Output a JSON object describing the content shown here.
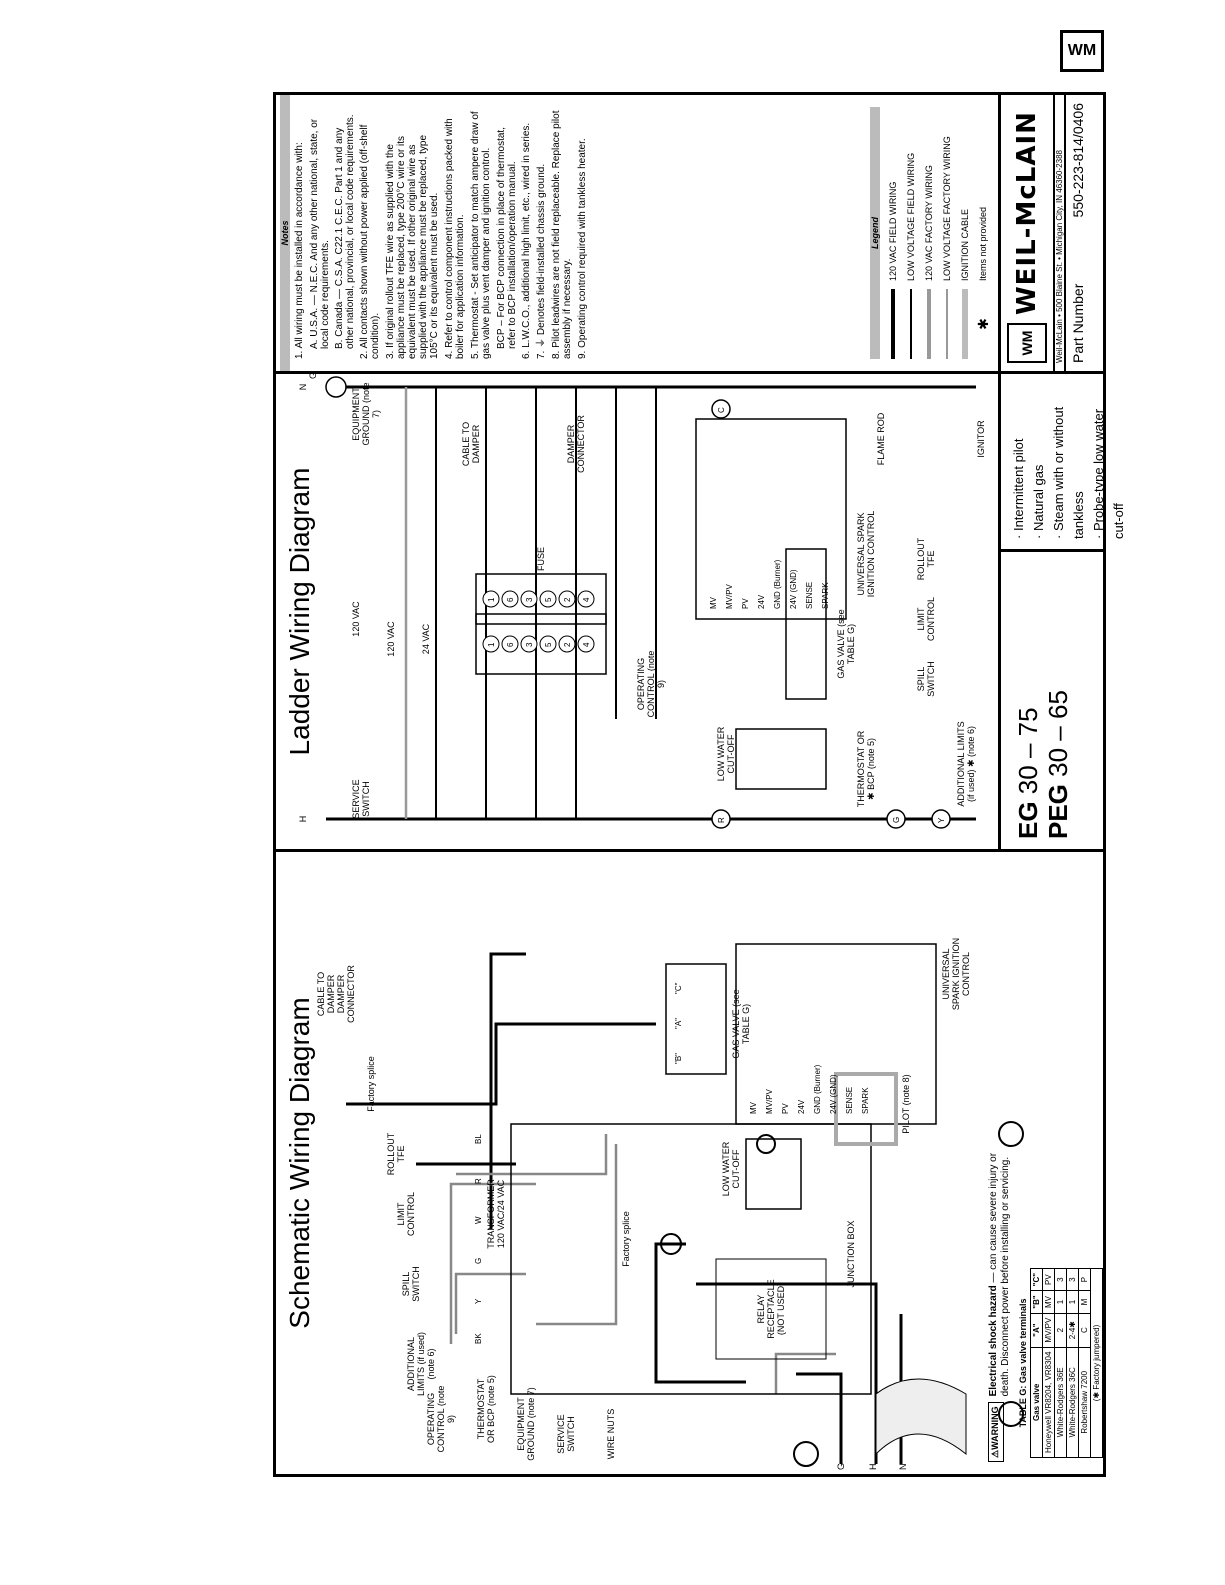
{
  "corner_logo": "WM",
  "schematic": {
    "title": "Schematic Wiring Diagram",
    "labels": {
      "cable_to_damper": "CABLE TO DAMPER",
      "damper_connector": "DAMPER CONNECTOR",
      "factory_splice_top": "Factory splice",
      "rollout_tfe": "ROLLOUT TFE",
      "limit_control": "LIMIT CONTROL",
      "spill_switch": "SPILL SWITCH",
      "additional_limits": "ADDITIONAL LIMITS (if used) (note 6)",
      "operating_control": "OPERATING CONTROL (note 9)",
      "thermostat": "THERMOSTAT OR BCP (note 5)",
      "equipment_ground": "EQUIPMENT GROUND (note 7)",
      "service_switch": "SERVICE SWITCH",
      "wire_nuts": "WIRE NUTS",
      "low_water_cutoff": "LOW WATER CUT-OFF",
      "transformer": "TRANSFORMER 120 VAC/24 VAC",
      "factory_splice_mid": "Factory splice",
      "relay_receptacle": "RELAY RECEPTACLE (NOT USED)",
      "junction_box": "JUNCTION BOX",
      "gas_valve": "GAS VALVE (see TABLE G)",
      "pilot": "PILOT (note 8)",
      "universal_spark": "UNIVERSAL SPARK IGNITION CONTROL",
      "h": "H",
      "n": "N",
      "g": "G"
    },
    "terminals": [
      "MV",
      "MV/PV",
      "PV",
      "24V",
      "GND (Burner)",
      "24V (GND)",
      "SENSE",
      "SPARK"
    ],
    "valve_terminals": [
      "\"B\"",
      "\"A\"",
      "\"C\""
    ],
    "wire_colors": [
      "BK",
      "Y",
      "G",
      "W",
      "R",
      "BL"
    ],
    "warning": {
      "badge": "⚠WARNING",
      "bold": "Electrical shock hazard",
      "text": " — can cause severe injury or death. Disconnect power before installing or servicing."
    },
    "table": {
      "caption": "TABLE G: Gas valve terminals",
      "headers": [
        "Gas valve",
        "\"A\"",
        "\"B\"",
        "\"C\""
      ],
      "rows": [
        [
          "Honeywell VR8204, VR8304",
          "MV/PV",
          "MV",
          "PV"
        ],
        [
          "White-Rodgers 36E",
          "2",
          "1",
          "3"
        ],
        [
          "White-Rodgers 36C",
          "2-4✱",
          "1",
          "3"
        ],
        [
          "Robertshaw 7200",
          "C",
          "M",
          "P"
        ]
      ],
      "footnote": "(✱ Factory jumpered)"
    }
  },
  "ladder": {
    "title": "Ladder Wiring Diagram",
    "labels": {
      "vac120": "120 VAC",
      "vac120_t": "120 VAC",
      "vac24": "24 VAC",
      "service_switch": "SERVICE SWITCH",
      "equipment_ground": "EQUIPMENT GROUND (note 7)",
      "cable_to_damper": "CABLE TO DAMPER",
      "damper_connector": "DAMPER CONNECTOR",
      "fuse": "FUSE",
      "low_water_cutoff": "LOW WATER CUT-OFF",
      "operating_control": "OPERATING CONTROL (note 9)",
      "thermostat": "THERMOSTAT OR ✱ BCP (note 5)",
      "additional_limits": "ADDITIONAL LIMITS (if used) ✱ (note 6)",
      "spill_switch": "SPILL SWITCH",
      "limit_control": "LIMIT CONTROL",
      "rollout_tfe": "ROLLOUT TFE",
      "gas_valve": "GAS VALVE (see TABLE G)",
      "universal_spark": "UNIVERSAL SPARK IGNITION CONTROL",
      "flame_rod": "FLAME ROD",
      "ignitor": "IGNITOR",
      "h": "H",
      "n": "N",
      "g": "G",
      "r": "R",
      "c": "C",
      "y": "Y",
      "gg": "G"
    },
    "plug_pins_top": [
      "1",
      "6",
      "3",
      "5",
      "2",
      "4"
    ],
    "plug_pins_bot": [
      "1",
      "6",
      "3",
      "5",
      "2",
      "4"
    ],
    "terminals": [
      "MV",
      "MV/PV",
      "PV",
      "24V",
      "GND (Burner)",
      "24V (GND)",
      "SENSE",
      "SPARK"
    ]
  },
  "models": {
    "eg": {
      "name": "EG",
      "range": "30 – 75"
    },
    "peg": {
      "name": "PEG",
      "range": "30 – 65"
    }
  },
  "features": [
    "Intermittent pilot",
    "Natural gas",
    "Steam with or without tankless",
    "Probe-type low water cut-off"
  ],
  "notes": {
    "heading": "Notes",
    "items": [
      "1. All wiring must be installed in accordance with:",
      "A. U.S.A. — N.E.C. And any other national, state, or local code requirements.",
      "B. Canada — C.S.A. C22.1 C.E.C. Part 1 and any other national, provincial, or local code requirements.",
      "2. All contacts shown without power applied (off-shelf condition).",
      "3. If original rollout TFE wire as supplied with the appliance must be replaced, type 200°C wire or its equivalent must be used. If other original wire as supplied with the appliance must be replaced, type 105°C or its equivalent must be used.",
      "4. Refer to control component instructions packed with boiler for application information.",
      "5. Thermostat - Set anticipator to match ampere draw of gas valve plus vent damper and ignition control.",
      "BCP – For BCP connection in place of thermostat, refer to BCP installation/operation manual.",
      "6. L.W.C.O., additional high limit, etc., wired in series.",
      "7. ⏚ Denotes field-installed chassis ground.",
      "8. Pilot leadwires are not field replaceable. Replace pilot assembly if necessary.",
      "9. Operating control required with tankless heater."
    ]
  },
  "legend": {
    "heading": "Legend",
    "items": [
      {
        "label": "120 VAC FIELD WIRING",
        "color": "#000000"
      },
      {
        "label": "LOW VOLTAGE FIELD WIRING",
        "color": "#000000"
      },
      {
        "label": "120 VAC FACTORY WIRING",
        "color": "#999999"
      },
      {
        "label": "LOW VOLTAGE FACTORY WIRING",
        "color": "#999999"
      },
      {
        "label": "IGNITION CABLE",
        "color": "#bbbbbb"
      },
      {
        "label": "Items not provided",
        "color": "#000000"
      }
    ]
  },
  "company": {
    "mark": "WM",
    "name": "WEIL-McLAIN",
    "address": "Weil-McLain • 500 Blaine St. • Michigan City, IN 46360-2388",
    "part_label": "Part Number",
    "part_number": "550-223-814/0406"
  }
}
